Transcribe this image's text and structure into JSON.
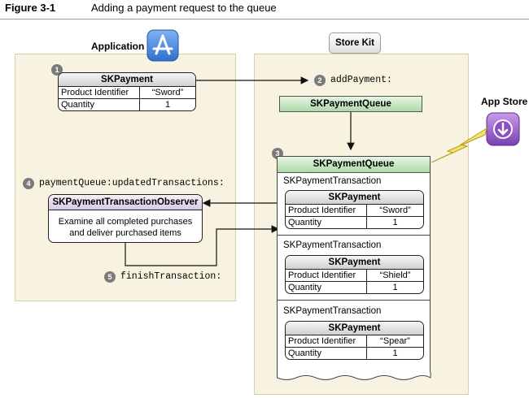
{
  "figure": {
    "label": "Figure 3-1",
    "title": "Adding a payment request to the queue"
  },
  "application": {
    "label": "Application",
    "icon": "app-store-a-icon"
  },
  "storekit": {
    "label": "Store Kit"
  },
  "appstore": {
    "label": "App Store",
    "icon": "download-arrow-icon"
  },
  "steps": [
    {
      "n": "1",
      "label": ""
    },
    {
      "n": "2",
      "label": "addPayment:"
    },
    {
      "n": "3",
      "label": ""
    },
    {
      "n": "4",
      "label": "paymentQueue:updatedTransactions:"
    },
    {
      "n": "5",
      "label": "finishTransaction:"
    }
  ],
  "app_payment": {
    "title": "SKPayment",
    "rows": [
      {
        "key": "Product Identifier",
        "value": "“Sword”"
      },
      {
        "key": "Quantity",
        "value": "1"
      }
    ]
  },
  "queue_top": "SKPaymentQueue",
  "queue_main": "SKPaymentQueue",
  "observer": {
    "title": "SKPaymentTransactionObserver",
    "line1": "Examine all completed purchases",
    "line2": "and deliver purchased items"
  },
  "transactions": [
    {
      "label": "SKPaymentTransaction",
      "payment_title": "SKPayment",
      "rows": [
        {
          "key": "Product Identifier",
          "value": "“Sword”"
        },
        {
          "key": "Quantity",
          "value": "1"
        }
      ]
    },
    {
      "label": "SKPaymentTransaction",
      "payment_title": "SKPayment",
      "rows": [
        {
          "key": "Product Identifier",
          "value": "“Shield”"
        },
        {
          "key": "Quantity",
          "value": "1"
        }
      ]
    },
    {
      "label": "SKPaymentTransaction",
      "payment_title": "SKPayment",
      "rows": [
        {
          "key": "Product Identifier",
          "value": "“Spear”"
        },
        {
          "key": "Quantity",
          "value": "1"
        }
      ]
    }
  ],
  "colors": {
    "region": "#f8f3e1",
    "queue_green": "#aed8a9",
    "observer_purple": "#d9c7e6",
    "app_icon_blue": "#3f7fd8",
    "appstore_icon_purple": "#8a4fc2",
    "lightning": "#f5e46b"
  }
}
